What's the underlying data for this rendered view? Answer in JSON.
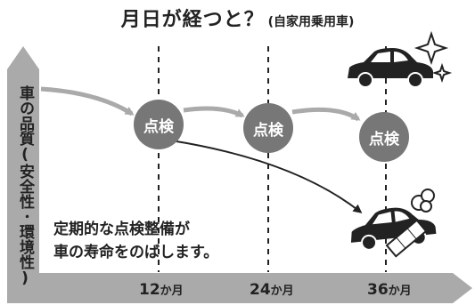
{
  "title": {
    "main": "月日が経つと？",
    "sub": "(自家用乗用車)"
  },
  "y_axis_label": "車の品質(安全性･環境性)",
  "x_ticks": [
    {
      "num": "12",
      "unit": "か月"
    },
    {
      "num": "24",
      "unit": "か月"
    },
    {
      "num": "36",
      "unit": "か月"
    }
  ],
  "inspection_label": "点検",
  "note_lines": [
    "定期的な点検整備が",
    "車の寿命をのばします。"
  ],
  "colors": {
    "axis_fill": "#aaaaaa",
    "badge": "#777777",
    "gray_arrow": "#aaaaaa",
    "black_arrow": "#222222",
    "car": "#222222"
  },
  "icons": [
    "car-shiny-icon",
    "sparkle-icon",
    "car-broken-icon",
    "smoke-icon",
    "bandage-icon"
  ]
}
